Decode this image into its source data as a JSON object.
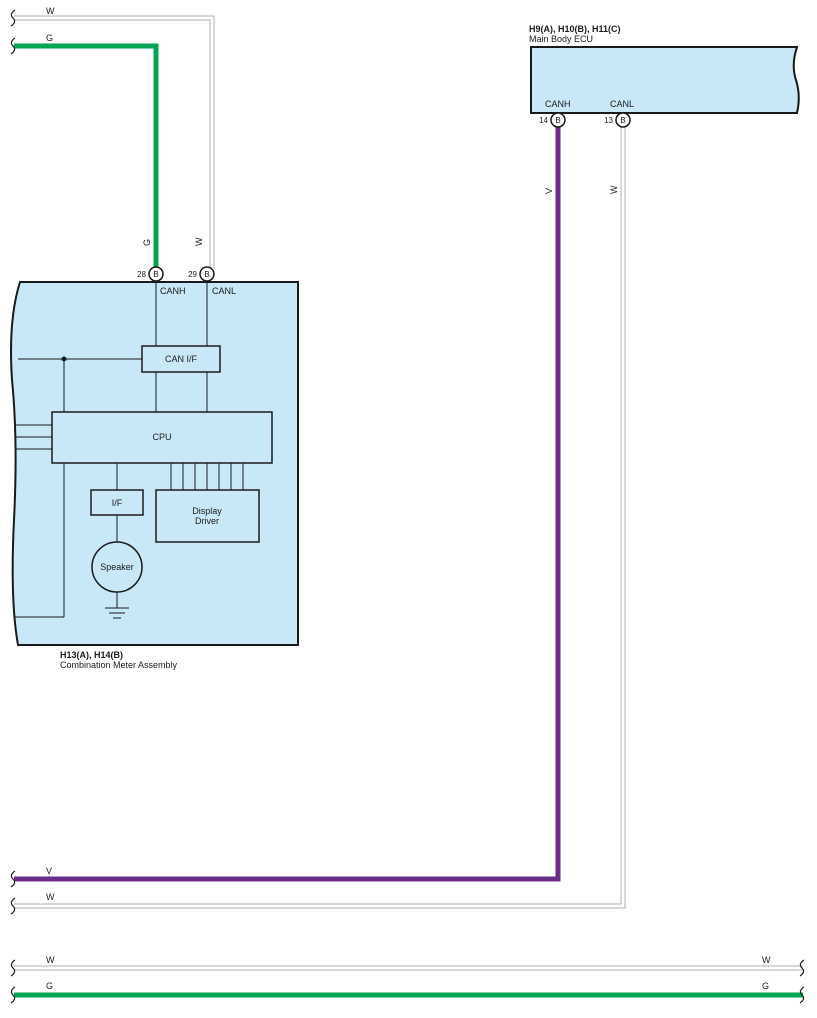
{
  "colors": {
    "green_wire": "#00a651",
    "violet_wire": "#6b2d8b",
    "white_wire": "#b0b0b0",
    "component_fill": "#c8e8f8"
  },
  "main_body_ecu": {
    "connectors": "H9(A), H10(B), H11(C)",
    "name": "Main Body ECU",
    "canh_label": "CANH",
    "canl_label": "CANL",
    "pin_canh_num": "14",
    "pin_canh_conn": "B",
    "pin_canl_num": "13",
    "pin_canl_conn": "B"
  },
  "combination_meter": {
    "connectors": "H13(A), H14(B)",
    "name": "Combination Meter Assembly",
    "canh_label": "CANH",
    "canl_label": "CANL",
    "pin_canh_num": "28",
    "pin_canh_conn": "B",
    "pin_canl_num": "29",
    "pin_canl_conn": "B",
    "can_if": "CAN I/F",
    "cpu": "CPU",
    "if_block": "I/F",
    "display_driver_line1": "Display",
    "display_driver_line2": "Driver",
    "speaker": "Speaker"
  },
  "wires": {
    "top_w": "W",
    "top_g": "G",
    "meter_g": "G",
    "meter_w": "W",
    "ecu_v": "V",
    "ecu_w": "W",
    "mid_v": "V",
    "mid_w": "W",
    "bot_w_left": "W",
    "bot_w_right": "W",
    "bot_g_left": "G",
    "bot_g_right": "G"
  }
}
